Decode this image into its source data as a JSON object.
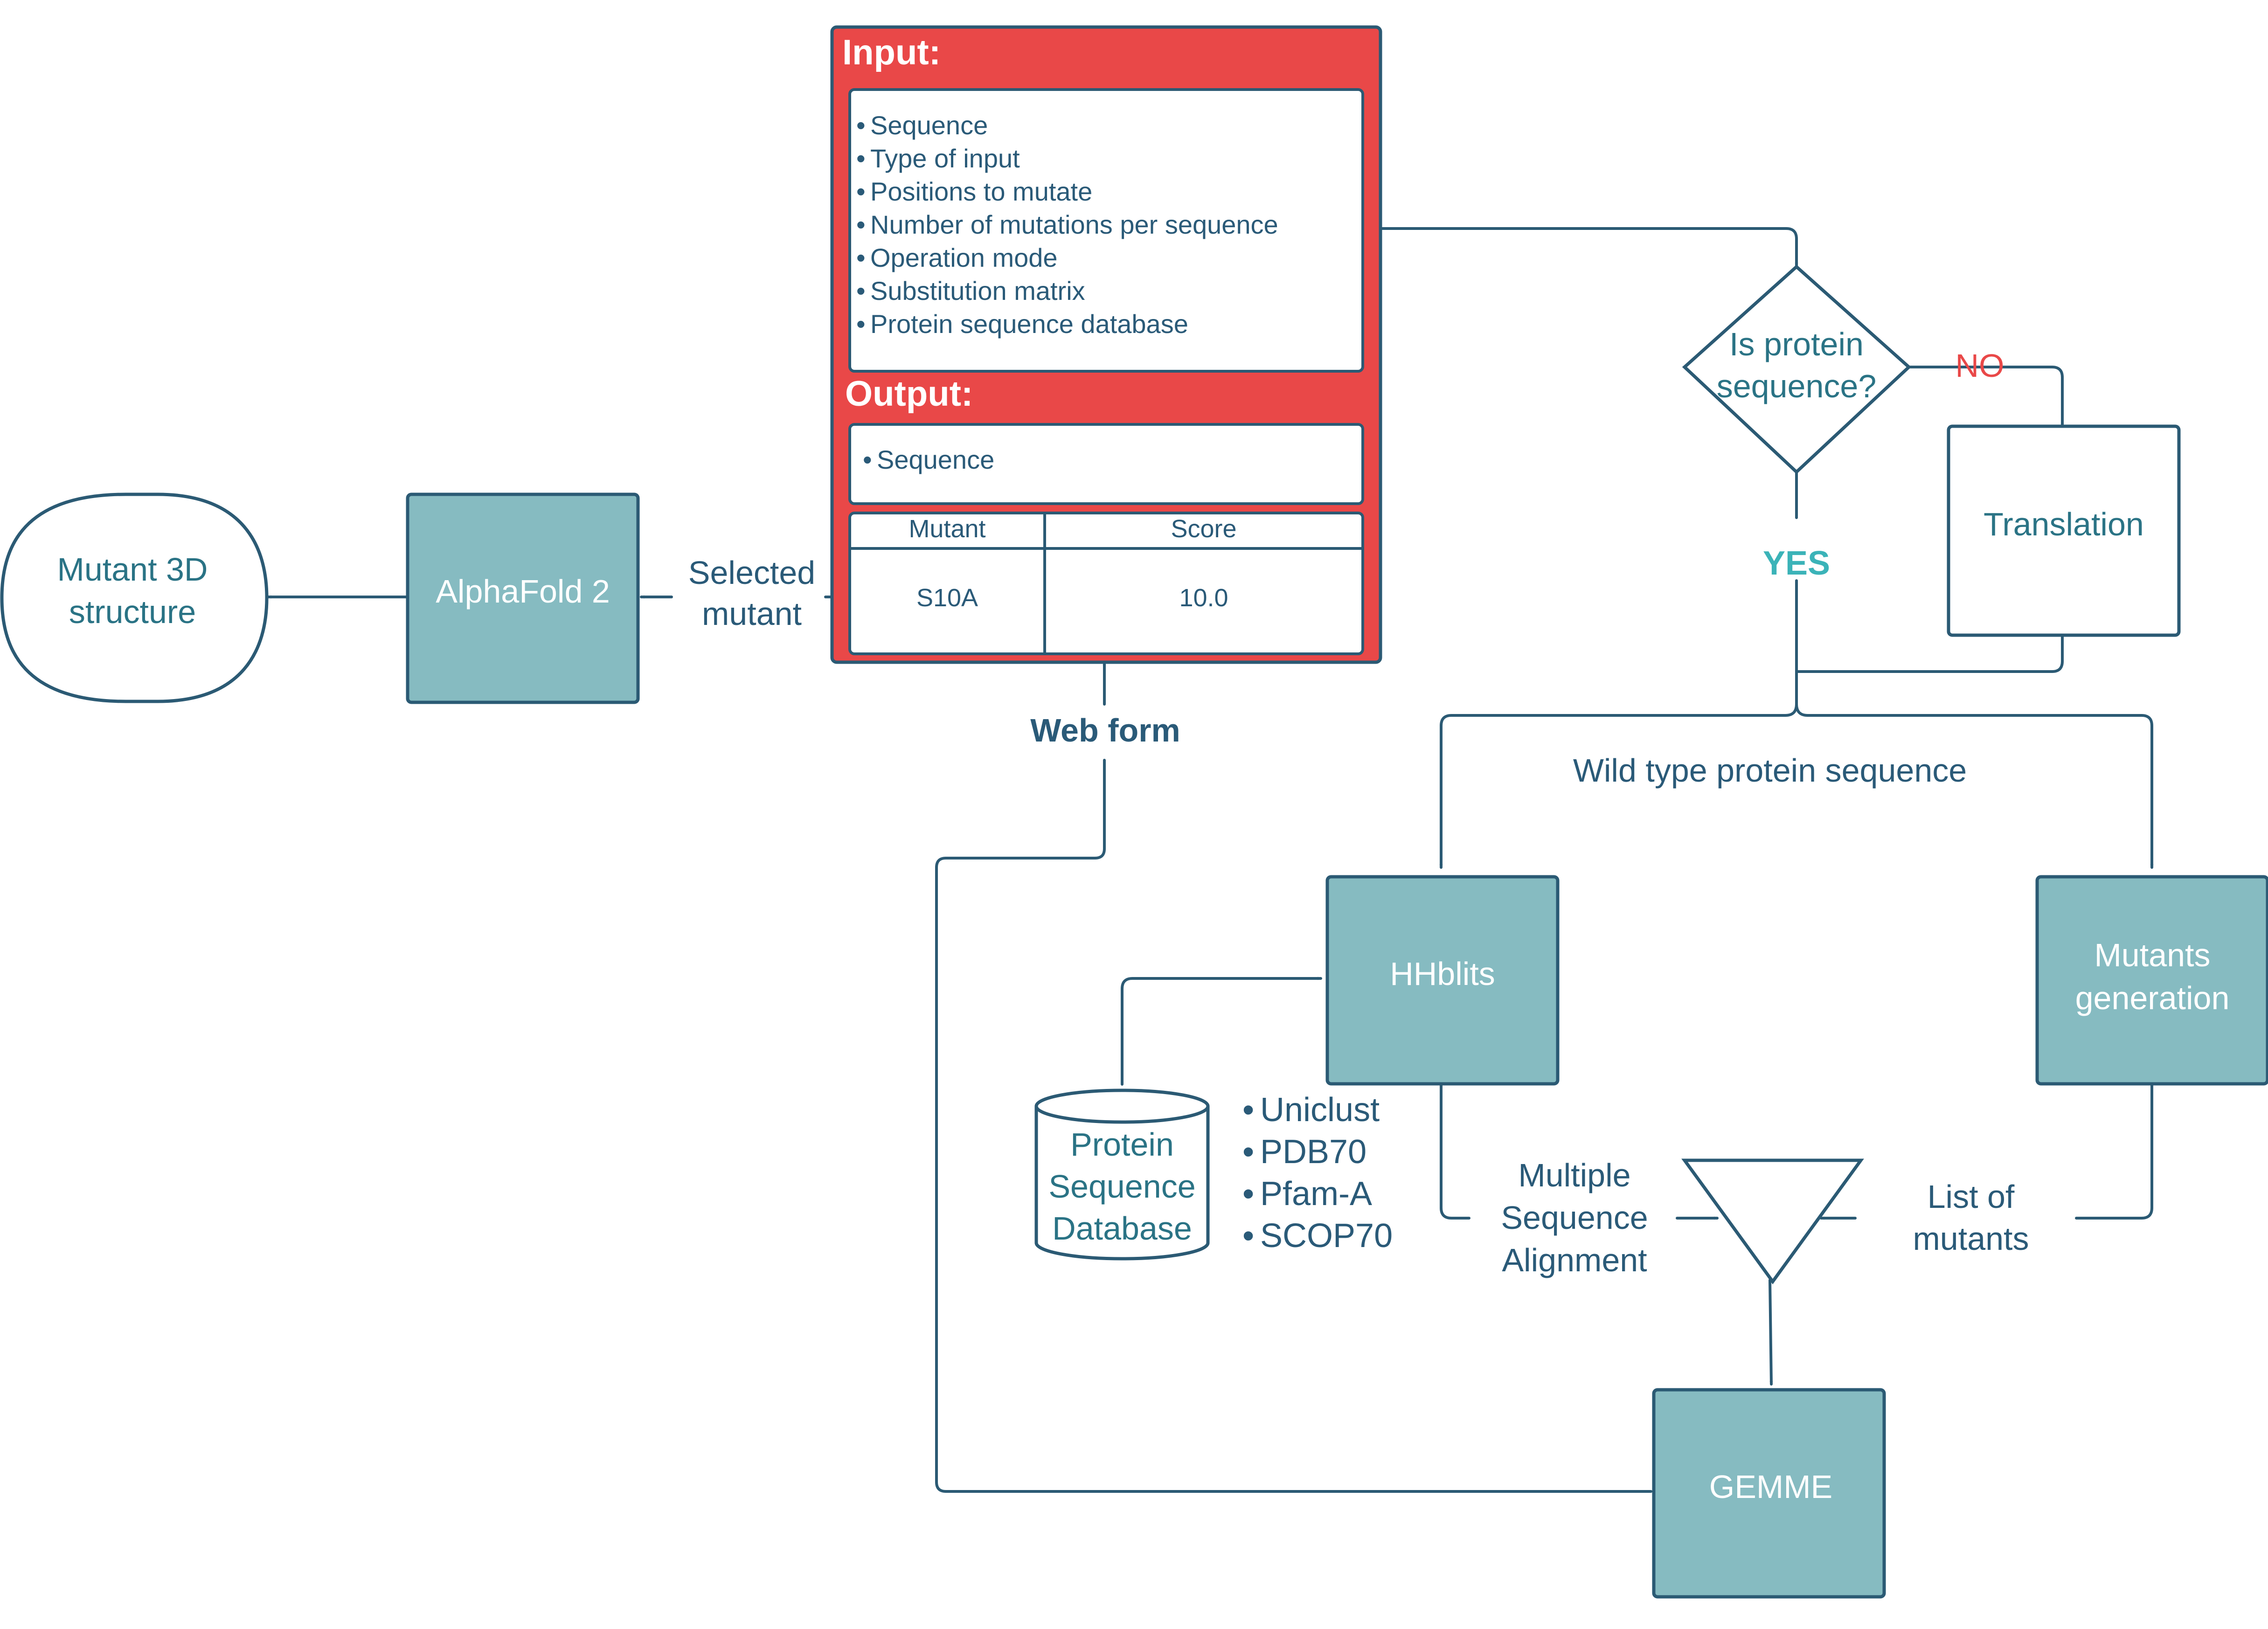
{
  "colors": {
    "stroke": "#2b5a74",
    "teal_fill": "#86bbc1",
    "red_panel": "#e94848",
    "teal_text": "#2a7385",
    "dark_text": "#2a5a78",
    "yes_green": "#3bb3b8",
    "no_red": "#e94848"
  },
  "panel": {
    "input_title": "Input:",
    "input_items": [
      "Sequence",
      "Type of input",
      "Positions to mutate",
      "Number of mutations per sequence",
      "Operation mode",
      "Substitution matrix",
      "Protein sequence database"
    ],
    "output_title": "Output:",
    "output_item": "Sequence",
    "table": {
      "headers": [
        "Mutant",
        "Score"
      ],
      "row": [
        "S10A",
        "10.0"
      ]
    },
    "bullet": "•"
  },
  "nodes": {
    "mutant_3d": [
      "Mutant 3D",
      "structure"
    ],
    "alphafold": "AlphaFold 2",
    "decision": [
      "Is protein",
      "sequence?"
    ],
    "translation": "Translation",
    "hhblits": "HHblits",
    "mutants_generation": [
      "Mutants",
      "generation"
    ],
    "gemme": "GEMME",
    "database": [
      "Protein",
      "Sequence",
      "Database"
    ]
  },
  "labels": {
    "selected_mutant": [
      "Selected",
      "mutant"
    ],
    "web_form": "Web form",
    "yes": "YES",
    "no": "NO",
    "wild_type": "Wild type protein sequence",
    "msa": [
      "Multiple",
      "Sequence",
      "Alignment"
    ],
    "list_of_mutants": [
      "List of",
      "mutants"
    ],
    "databases": [
      "Uniclust",
      "PDB70",
      "Pfam-A",
      "SCOP70"
    ]
  }
}
